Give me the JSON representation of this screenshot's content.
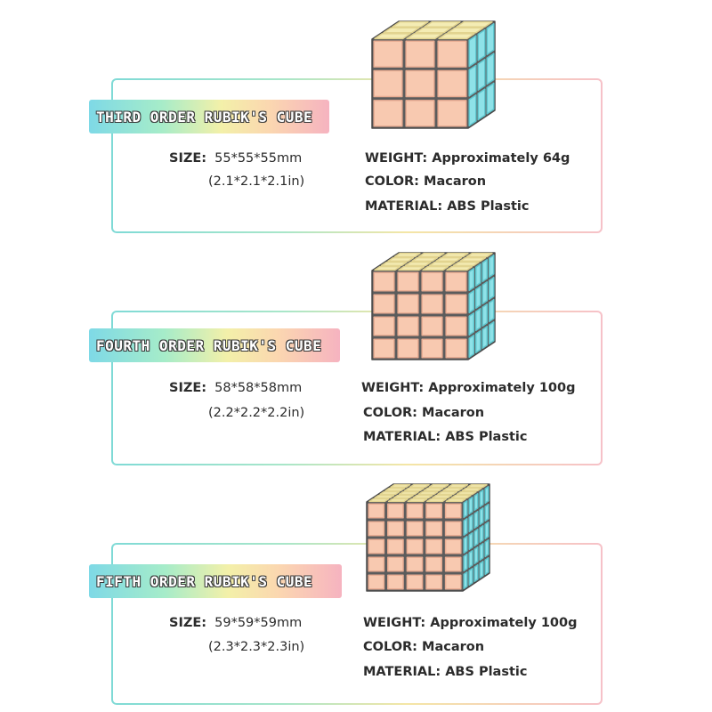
{
  "colors": {
    "face_front": "#f8c9b0",
    "face_top": "#f4ecb4",
    "face_side": "#8ee2e8",
    "frame_start": "#7fdad6",
    "frame_end": "#f6c1c8"
  },
  "cubes": [
    {
      "title": "THIRD ORDER RUBIK'S CUBE",
      "size_label": "SIZE:",
      "size_mm": "55*55*55mm",
      "size_in": "(2.1*2.1*2.1in)",
      "weight": "WEIGHT: Approximately 64g",
      "color": "COLOR: Macaron",
      "material": "MATERIAL: ABS Plastic",
      "order": 3
    },
    {
      "title": "FOURTH ORDER RUBIK'S CUBE",
      "size_label": "SIZE:",
      "size_mm": "58*58*58mm",
      "size_in": "(2.2*2.2*2.2in)",
      "weight": "WEIGHT: Approximately 100g",
      "color": "COLOR: Macaron",
      "material": "MATERIAL: ABS Plastic",
      "order": 4
    },
    {
      "title": "FIFTH ORDER RUBIK'S CUBE",
      "size_label": "SIZE:",
      "size_mm": "59*59*59mm",
      "size_in": "(2.3*2.3*2.3in)",
      "weight": "WEIGHT: Approximately 100g",
      "color": "COLOR: Macaron",
      "material": "MATERIAL: ABS Plastic",
      "order": 5
    }
  ]
}
